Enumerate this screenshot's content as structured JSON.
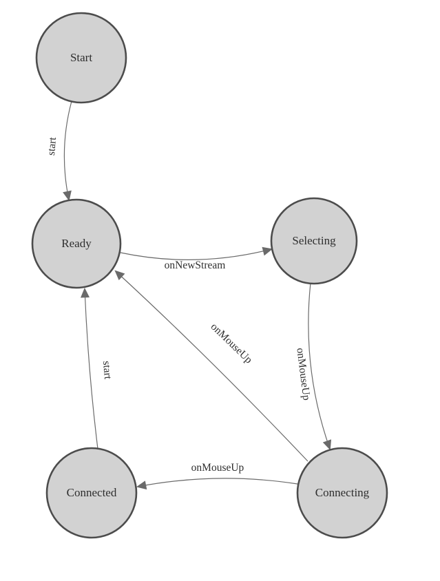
{
  "diagram": {
    "type": "state-machine",
    "nodes": [
      {
        "id": "start",
        "label": "Start"
      },
      {
        "id": "ready",
        "label": "Ready"
      },
      {
        "id": "selecting",
        "label": "Selecting"
      },
      {
        "id": "connecting",
        "label": "Connecting"
      },
      {
        "id": "connected",
        "label": "Connected"
      }
    ],
    "edges": [
      {
        "from": "start",
        "to": "ready",
        "label": "start"
      },
      {
        "from": "ready",
        "to": "selecting",
        "label": "onNewStream"
      },
      {
        "from": "selecting",
        "to": "connecting",
        "label": "onMouseUp"
      },
      {
        "from": "connecting",
        "to": "ready",
        "label": "onMouseUp"
      },
      {
        "from": "connecting",
        "to": "connected",
        "label": "onMouseUp"
      },
      {
        "from": "connected",
        "to": "ready",
        "label": "start"
      }
    ],
    "colors": {
      "node_fill": "#d2d2d2",
      "node_stroke": "#4c4c4c",
      "edge": "#6a6a6a",
      "text": "#2e2e2e"
    }
  }
}
